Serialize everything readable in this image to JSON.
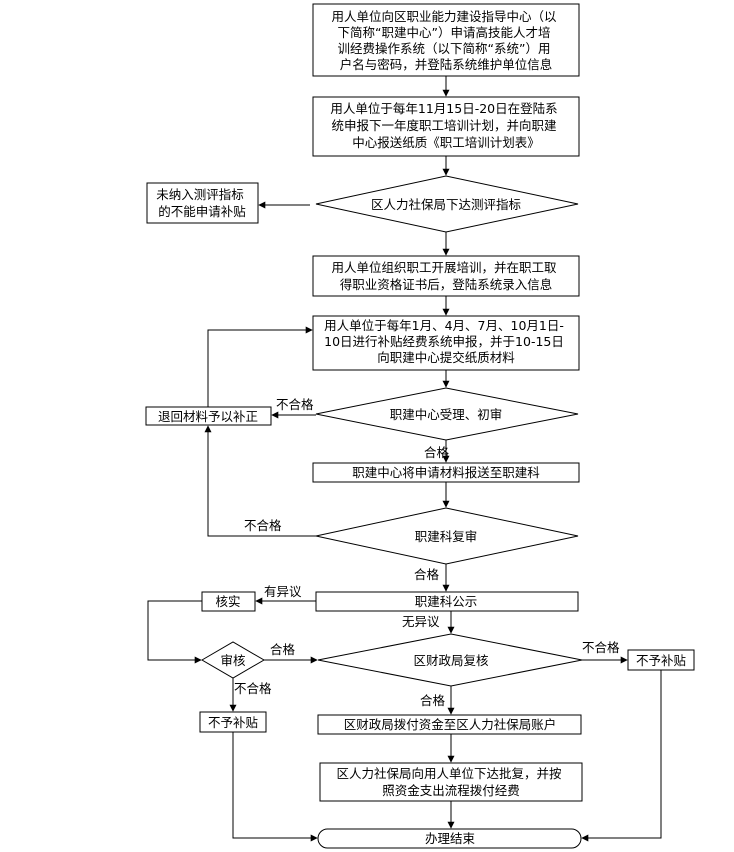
{
  "nodes": {
    "step1": [
      "用人单位向区职业能力建设指导中心（以",
      "下简称“职建中心”）申请高技能人才培",
      "训经费操作系统（以下简称“系统”）用",
      "户名与密码，并登陆系统维护单位信息"
    ],
    "step2": [
      "用人单位于每年11月15日-20日在登陆系",
      "统申报下一年度职工培训计划，并向职建",
      "中心报送纸质《职工培训计划表》"
    ],
    "not_included": [
      "未纳入测评指标",
      "的不能申请补贴"
    ],
    "eval_index": [
      "区人力社保局下达测评指标"
    ],
    "step3": [
      "用人单位组织职工开展培训，并在职工取",
      "得职业资格证书后，登陆系统录入信息"
    ],
    "step4": [
      "用人单位于每年1月、4月、7月、10月1日-",
      "10日进行补贴经费系统申报，并于10-15日",
      "向职建中心提交纸质材料"
    ],
    "return_fix": [
      "退回材料予以补正"
    ],
    "initial_review": [
      "职建中心受理、初审"
    ],
    "forward": [
      "职建中心将申请材料报送至职建科"
    ],
    "section_review": [
      "职建科复审"
    ],
    "publicity": [
      "职建科公示"
    ],
    "verify": [
      "核实"
    ],
    "audit": [
      "审核"
    ],
    "finance_review": [
      "区财政局复核"
    ],
    "no_subsidy_right": [
      "不予补贴"
    ],
    "no_subsidy_left": [
      "不予补贴"
    ],
    "fund_transfer": [
      "区财政局拨付资金至区人力社保局账户"
    ],
    "approval": [
      "区人力社保局向用人单位下达批复，并按",
      "照资金支出流程拨付经费"
    ],
    "end": [
      "办理结束"
    ]
  },
  "edge_labels": {
    "fail_initial": "不合格",
    "pass_initial": "合格",
    "fail_section": "不合格",
    "pass_section": "合格",
    "has_objection": "有异议",
    "no_objection": "无异议",
    "audit_pass": "合格",
    "audit_fail": "不合格",
    "finance_fail": "不合格",
    "finance_pass": "合格"
  }
}
